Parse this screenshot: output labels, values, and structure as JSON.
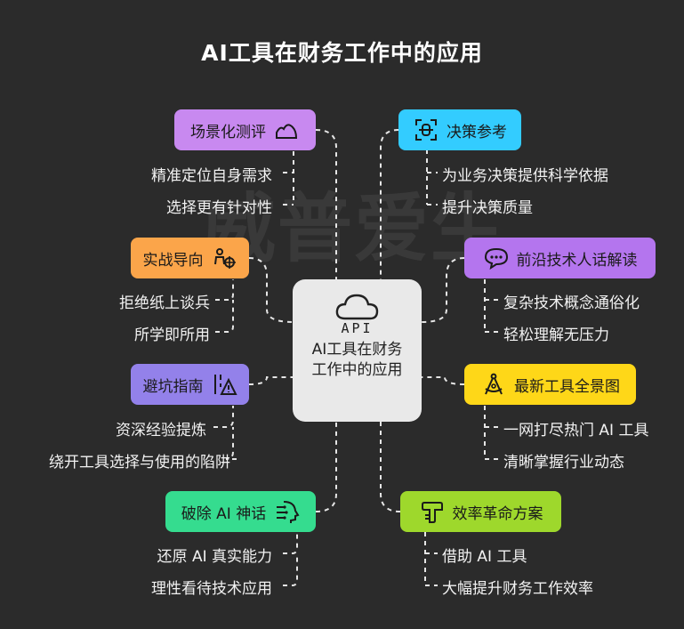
{
  "title": "AI工具在财务工作中的应用",
  "watermark": "威普爱生",
  "center": {
    "icon_label": "API",
    "text": "AI工具在财务工作中的应用"
  },
  "colors": {
    "purple": "#c889f0",
    "cyan": "#33ccff",
    "orange": "#fba54a",
    "violet": "#b475ee",
    "indigo": "#9381ea",
    "yellow": "#fed718",
    "green": "#35dc8f",
    "lime": "#9ed82c"
  },
  "branches": {
    "scene": {
      "label": "场景化测评",
      "icon": "mountain-icon",
      "items": [
        "精准定位自身需求",
        "选择更有针对性"
      ]
    },
    "decision": {
      "label": "决策参考",
      "icon": "scan-icon",
      "items": [
        "为业务决策提供科学依据",
        "提升决策质量"
      ]
    },
    "practice": {
      "label": "实战导向",
      "icon": "target-person-icon",
      "items": [
        "拒绝纸上谈兵",
        "所学即所用"
      ]
    },
    "frontier": {
      "label": "前沿技术人话解读",
      "icon": "chat-bubble-icon",
      "items": [
        "复杂技术概念通俗化",
        "轻松理解无压力"
      ]
    },
    "pitfall": {
      "label": "避坑指南",
      "icon": "warning-road-icon",
      "items": [
        "资深经验提炼",
        "绕开工具选择与使用的陷阱"
      ]
    },
    "tools": {
      "label": "最新工具全景图",
      "icon": "compass-icon",
      "items": [
        "一网打尽热门 AI 工具",
        "清晰掌握行业动态"
      ]
    },
    "myth": {
      "label": "破除 AI 神话",
      "icon": "ai-head-icon",
      "items": [
        "还原 AI 真实能力",
        "理性看待技术应用"
      ]
    },
    "efficiency": {
      "label": "效率革命方案",
      "icon": "puzzle-icon",
      "items": [
        "借助 AI 工具",
        "大幅提升财务工作效率"
      ]
    }
  }
}
